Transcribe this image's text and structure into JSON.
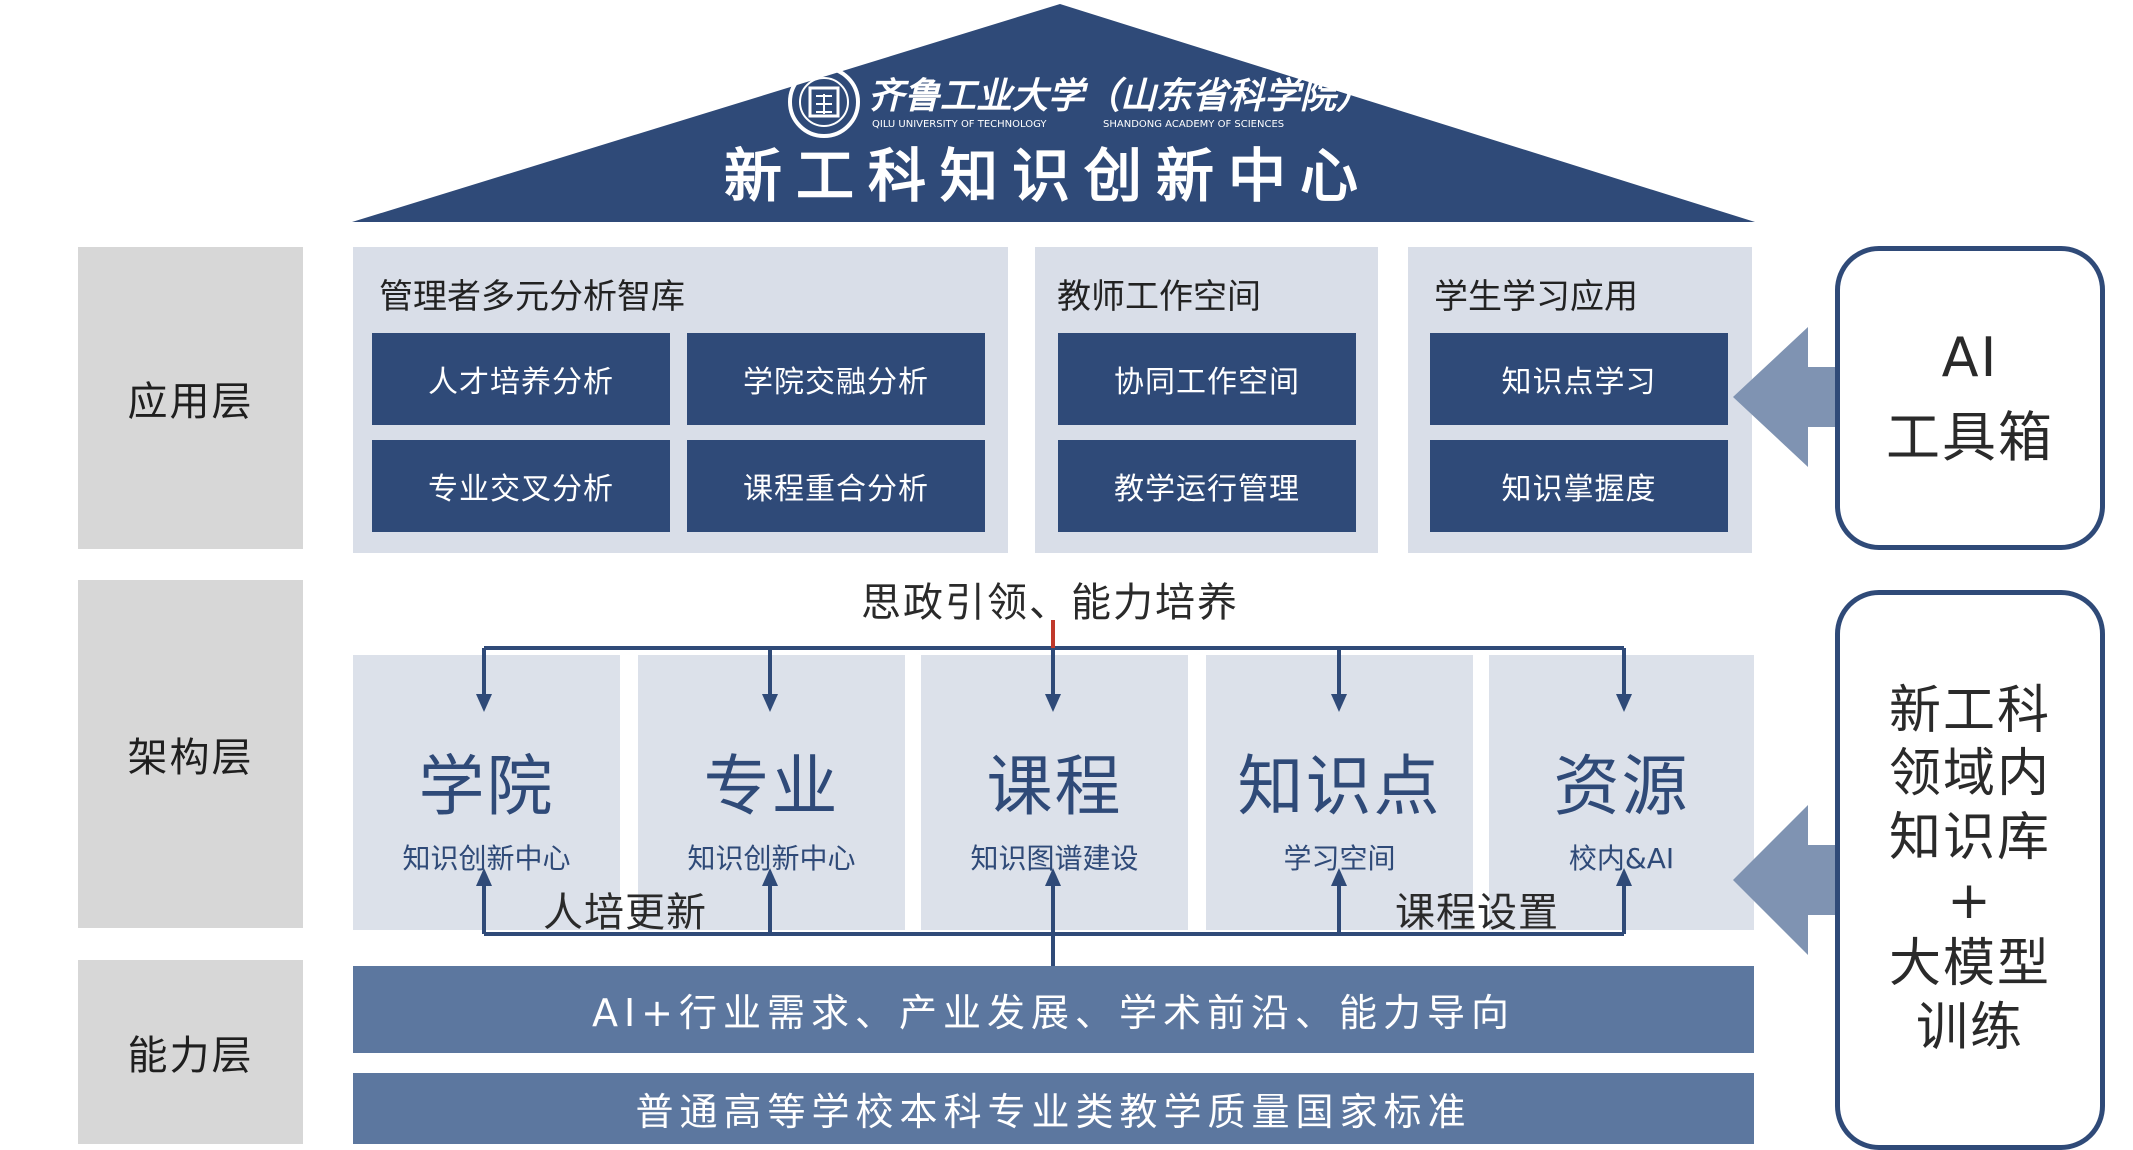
{
  "roof": {
    "university_cn": "齐鲁工业大学（山东省科学院）",
    "university_en": "QILU UNIVERSITY OF TECHNOLOGY",
    "academy_en": "SHANDONG ACADEMY OF SCIENCES",
    "title": "新工科知识创新中心"
  },
  "layers": {
    "application": "应用层",
    "architecture": "架构层",
    "capability": "能力层"
  },
  "application": {
    "panels": [
      {
        "title": "管理者多元分析智库",
        "items": [
          "人才培养分析",
          "学院交融分析",
          "专业交叉分析",
          "课程重合分析"
        ]
      },
      {
        "title": "教师工作空间",
        "items": [
          "协同工作空间",
          "教学运行管理"
        ]
      },
      {
        "title": "学生学习应用",
        "items": [
          "知识点学习",
          "知识掌握度"
        ]
      }
    ]
  },
  "architecture": {
    "top_label": "思政引领、能力培养",
    "columns": [
      {
        "title": "学院",
        "subtitle": "知识创新中心"
      },
      {
        "title": "专业",
        "subtitle": "知识创新中心"
      },
      {
        "title": "课程",
        "subtitle": "知识图谱建设"
      },
      {
        "title": "知识点",
        "subtitle": "学习空间"
      },
      {
        "title": "资源",
        "subtitle": "校内&AI"
      }
    ],
    "loop_left": "人培更新",
    "loop_right": "课程设置"
  },
  "capability": {
    "bars": [
      "AI+行业需求、产业发展、学术前沿、能力导向",
      "普通高等学校本科专业类教学质量国家标准"
    ]
  },
  "side": {
    "toolbox": [
      "AI",
      "工具箱"
    ],
    "knowledge": [
      "新工科",
      "领域内",
      "知识库",
      "+",
      "大模型",
      "训练"
    ]
  },
  "colors": {
    "navy": "#2f4a78",
    "panel": "#d9dee8",
    "bar": "#5c779f",
    "label_gray": "#d7d7d7",
    "accent_red": "#c0392b"
  }
}
